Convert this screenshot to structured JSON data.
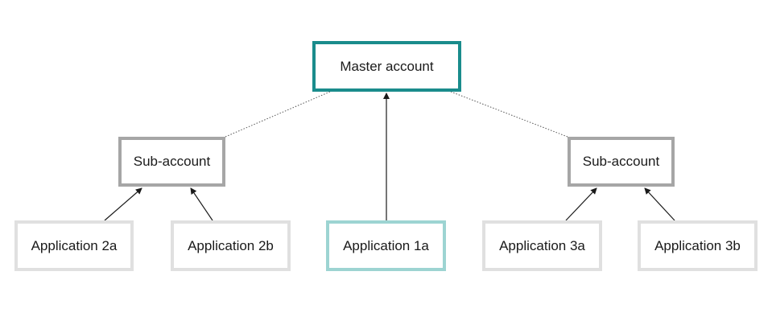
{
  "nodes": {
    "master": {
      "label": "Master account"
    },
    "sub_left": {
      "label": "Sub-account"
    },
    "sub_right": {
      "label": "Sub-account"
    },
    "app_2a": {
      "label": "Application 2a"
    },
    "app_2b": {
      "label": "Application 2b"
    },
    "app_1a": {
      "label": "Application 1a"
    },
    "app_3a": {
      "label": "Application 3a"
    },
    "app_3b": {
      "label": "Application 3b"
    }
  },
  "edges": [
    {
      "from": "app_1a",
      "to": "master",
      "style": "arrow"
    },
    {
      "from": "app_2a",
      "to": "sub_left",
      "style": "arrow"
    },
    {
      "from": "app_2b",
      "to": "sub_left",
      "style": "arrow"
    },
    {
      "from": "app_3a",
      "to": "sub_right",
      "style": "arrow"
    },
    {
      "from": "app_3b",
      "to": "sub_right",
      "style": "arrow"
    },
    {
      "from": "sub_left",
      "to": "master",
      "style": "dotted"
    },
    {
      "from": "sub_right",
      "to": "master",
      "style": "dotted"
    }
  ],
  "colors": {
    "master_border": "#1a8c8c",
    "sub_account_border": "#a6a6a6",
    "application_border": "#e0e0e0",
    "application_1a_border": "#9dd4d2",
    "connector": "#1a1a1a"
  }
}
